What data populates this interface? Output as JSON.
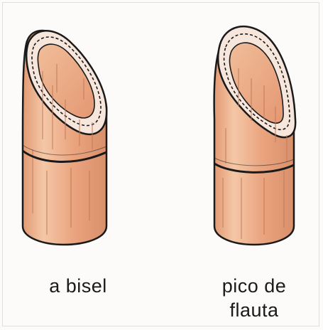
{
  "figure": {
    "left_caption": "a bisel",
    "right_caption_line1": "pico de",
    "right_caption_line2": "flauta"
  },
  "colors": {
    "stem_light": "#f3c6a6",
    "stem_mid": "#e9a27e",
    "stem_dark": "#cf8663",
    "outline": "#1a1a1a",
    "cut_face": "#e8a882"
  }
}
